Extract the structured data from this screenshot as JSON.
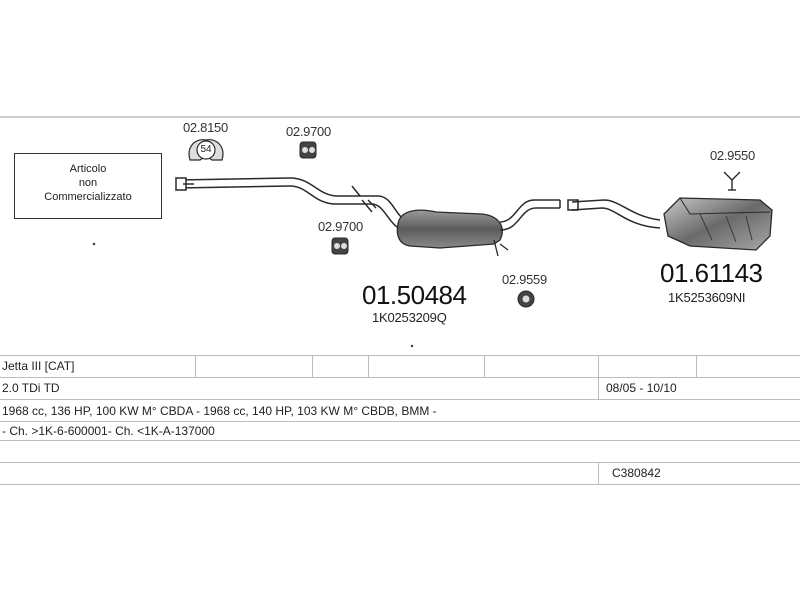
{
  "legend": {
    "line1": "Articolo",
    "line2": "non",
    "line3": "Commercializzato"
  },
  "parts": {
    "clamp_code": "02.8150",
    "clamp_label": "54",
    "mount_top_code": "02.9700",
    "mount_mid_code": "02.9700",
    "mount_low_code": "02.9559",
    "hanger_right_code": "02.9550",
    "middle_muffler_code": "01.50484",
    "middle_muffler_oem": "1K0253209Q",
    "rear_muffler_code": "01.61143",
    "rear_muffler_oem": "1K5253609NI"
  },
  "table": {
    "model": "Jetta III  [CAT]",
    "engine": "2.0 TDi TD",
    "years": "08/05 - 10/10",
    "specs": "1968 cc, 136 HP, 100 KW M° CBDA - 1968 cc, 140 HP, 103 KW M° CBDB, BMM -",
    "chassis": "- Ch. >1K-6-600001- Ch. <1K-A-137000",
    "reference": "C380842"
  },
  "colors": {
    "pipe_fill": "#f4f4f4",
    "pipe_stroke": "#2a2a2a",
    "muffler_dark": "#6e6e6e",
    "muffler_light": "#bdbdbd"
  }
}
